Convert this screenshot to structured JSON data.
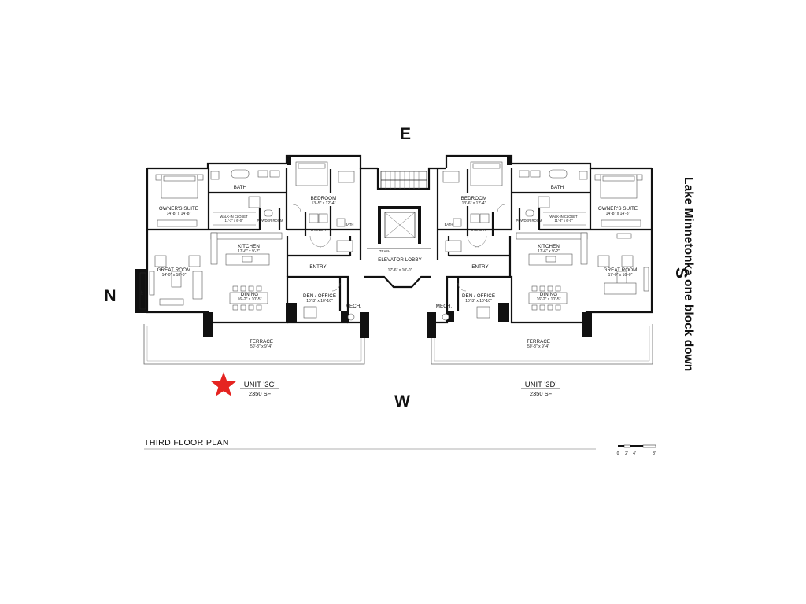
{
  "compass": {
    "north": "N",
    "south": "S",
    "east": "E",
    "west": "W"
  },
  "annotation": "Lake Minnetonka one block down",
  "plan_title": "THIRD FLOOR PLAN",
  "marker": {
    "icon": "star-icon",
    "color": "#e52421"
  },
  "scale_bar": {
    "ticks": [
      "0",
      "2'",
      "4'",
      "8'"
    ]
  },
  "units": [
    {
      "name": "UNIT '3C'",
      "area": "2350 SF",
      "rooms": {
        "owners_suite": {
          "label": "OWNER'S SUITE",
          "dim": "14'-8\" x 14'-8\""
        },
        "bath": {
          "label": "BATH"
        },
        "walk_in_closet": {
          "label": "WALK-IN CLOSET",
          "dim": "11'-3\" x 6'-0\""
        },
        "powder_room": {
          "label": "POWDER ROOM"
        },
        "bedroom": {
          "label": "BEDROOM",
          "dim": "13'-5\" x 12'-4\""
        },
        "laundry": {
          "label": "LAUNDRY"
        },
        "bedroom_bath": {
          "label": "BATH"
        },
        "kitchen": {
          "label": "KITCHEN",
          "dim": "17'-6\" x 9'-2\""
        },
        "great_room": {
          "label": "GREAT ROOM",
          "dim": "14'-0\" x 18'-0\""
        },
        "dining": {
          "label": "DINING",
          "dim": "16'-2\" x 10'-5\""
        },
        "entry": {
          "label": "ENTRY"
        },
        "den_office": {
          "label": "DEN / OFFICE",
          "dim": "10'-3\" x 10'-10\""
        },
        "mech": {
          "label": "MECH."
        },
        "terrace": {
          "label": "TERRACE",
          "dim": "50'-8\" x 9'-4\""
        }
      }
    },
    {
      "name": "UNIT '3D'",
      "area": "2350 SF",
      "rooms": {
        "owners_suite": {
          "label": "OWNER'S SUITE",
          "dim": "14'-8\" x 14'-8\""
        },
        "bath": {
          "label": "BATH"
        },
        "walk_in_closet": {
          "label": "WALK-IN CLOSET",
          "dim": "11'-3\" x 6'-0\""
        },
        "powder_room": {
          "label": "POWDER ROOM"
        },
        "bedroom": {
          "label": "BEDROOM",
          "dim": "13'-6\" x 12'-4\""
        },
        "laundry": {
          "label": "LAUNDRY"
        },
        "bedroom_bath": {
          "label": "BATH"
        },
        "kitchen": {
          "label": "KITCHEN",
          "dim": "17'-6\" x 9'-2\""
        },
        "great_room": {
          "label": "GREAT ROOM",
          "dim": "17'-0\" x 16'-0\""
        },
        "dining": {
          "label": "DINING",
          "dim": "16'-2\" x 10'-5\""
        },
        "entry": {
          "label": "ENTRY"
        },
        "den_office": {
          "label": "DEN / OFFICE",
          "dim": "10'-3\" x 10'-10\""
        },
        "mech": {
          "label": "MECH."
        },
        "terrace": {
          "label": "TERRACE",
          "dim": "50'-8\" x 9'-4\""
        }
      }
    }
  ],
  "core": {
    "elevator_lobby": {
      "label": "ELEVATOR LOBBY",
      "dim": "17'-6\" x 10'-0\""
    },
    "trash": "TRASH"
  }
}
